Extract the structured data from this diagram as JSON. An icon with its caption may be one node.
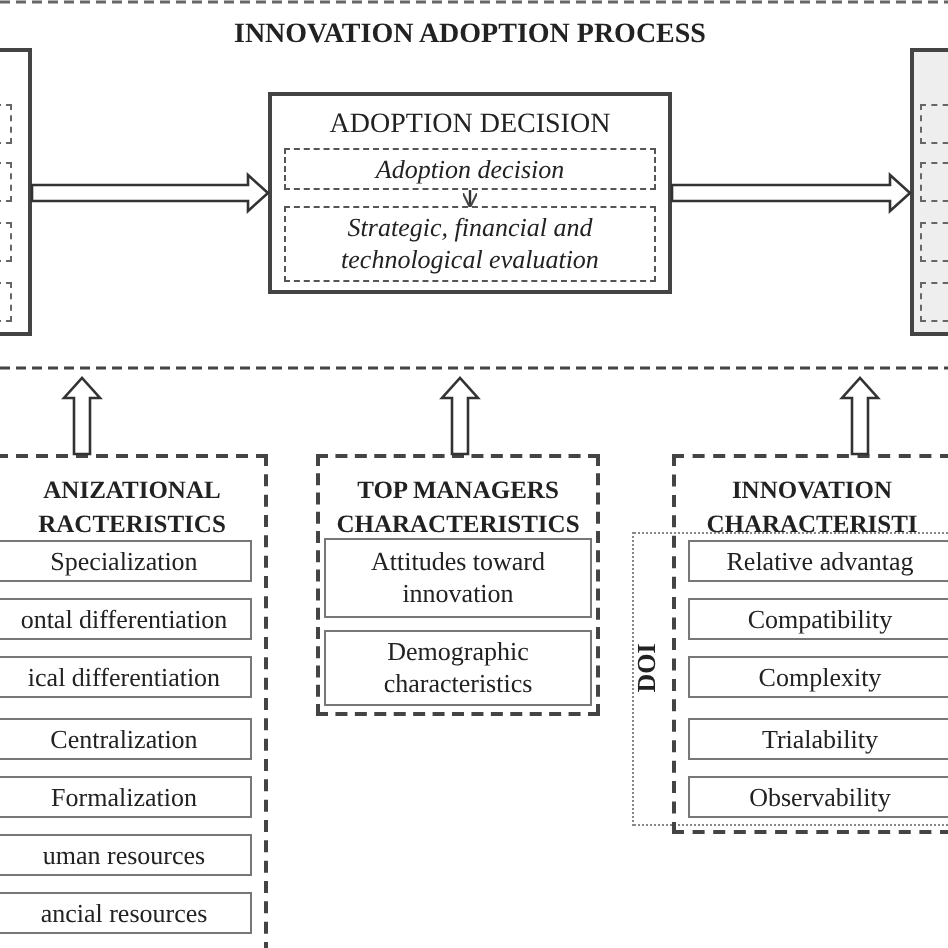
{
  "diagram": {
    "title": "INNOVATION ADOPTION PROCESS",
    "nodes": [
      {
        "text": [],
        "shape": "box"
      },
      {
        "text": [
          "ADOPTION DECISION"
        ]
      },
      {
        "text": [
          "Adoption decision"
        ],
        "in": 1
      },
      {
        "text": [
          "Strategic, financial and technological evaluation"
        ],
        "in": 1
      },
      {
        "text": [],
        "shape": "box"
      },
      {
        "text": [
          "ANIZATIONAL RACTERISTICS"
        ]
      },
      {
        "text": [
          "Specialization"
        ],
        "in": 5
      },
      {
        "text": [
          "ontal differentiation"
        ],
        "in": 5
      },
      {
        "text": [
          "ical differentiation"
        ],
        "in": 5
      },
      {
        "text": [
          "Centralization"
        ],
        "in": 5
      },
      {
        "text": [
          "Formalization"
        ],
        "in": 5
      },
      {
        "text": [
          "uman resources"
        ],
        "in": 5
      },
      {
        "text": [
          "ancial resources"
        ],
        "in": 5
      },
      {
        "text": [
          "TOP MANAGERS CHARACTERISTICS"
        ]
      },
      {
        "text": [
          "Attitudes toward innovation"
        ],
        "in": 13
      },
      {
        "text": [
          "Demographic characteristics"
        ],
        "in": 13
      },
      {
        "text": [
          "DOI"
        ]
      },
      {
        "text": [
          "INNOVATION CHARACTERISTI"
        ]
      },
      {
        "text": [
          "Relative advantag"
        ],
        "in": 16
      },
      {
        "text": [
          "Compatibility"
        ],
        "in": 16
      },
      {
        "text": [
          "Complexity"
        ],
        "in": 16
      },
      {
        "text": [
          "Trialability"
        ],
        "in": 16
      },
      {
        "text": [
          "Observability"
        ],
        "in": 16
      }
    ],
    "edges": [
      {
        "from": 0,
        "to": 1,
        "arrow": "to",
        "style": "thick"
      },
      {
        "from": 1,
        "to": 4,
        "arrow": "to",
        "style": "thick"
      },
      {
        "from": 2,
        "to": 3,
        "arrow": "to"
      },
      {
        "from": 5,
        "to": null,
        "arrow": "to",
        "style": "thick"
      },
      {
        "from": 13,
        "to": null,
        "arrow": "to",
        "style": "thick"
      },
      {
        "from": 17,
        "to": null,
        "arrow": "to",
        "style": "thick"
      }
    ]
  }
}
